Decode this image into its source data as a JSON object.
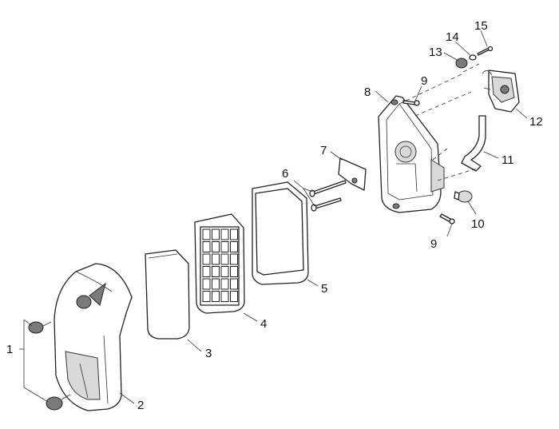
{
  "callouts": {
    "c1": "1",
    "c2": "2",
    "c3": "3",
    "c4": "4",
    "c5": "5",
    "c6": "6",
    "c7": "7",
    "c8": "8",
    "c9a": "9",
    "c9b": "9",
    "c10": "10",
    "c11": "11",
    "c12": "12",
    "c13": "13",
    "c14": "14",
    "c15": "15"
  }
}
